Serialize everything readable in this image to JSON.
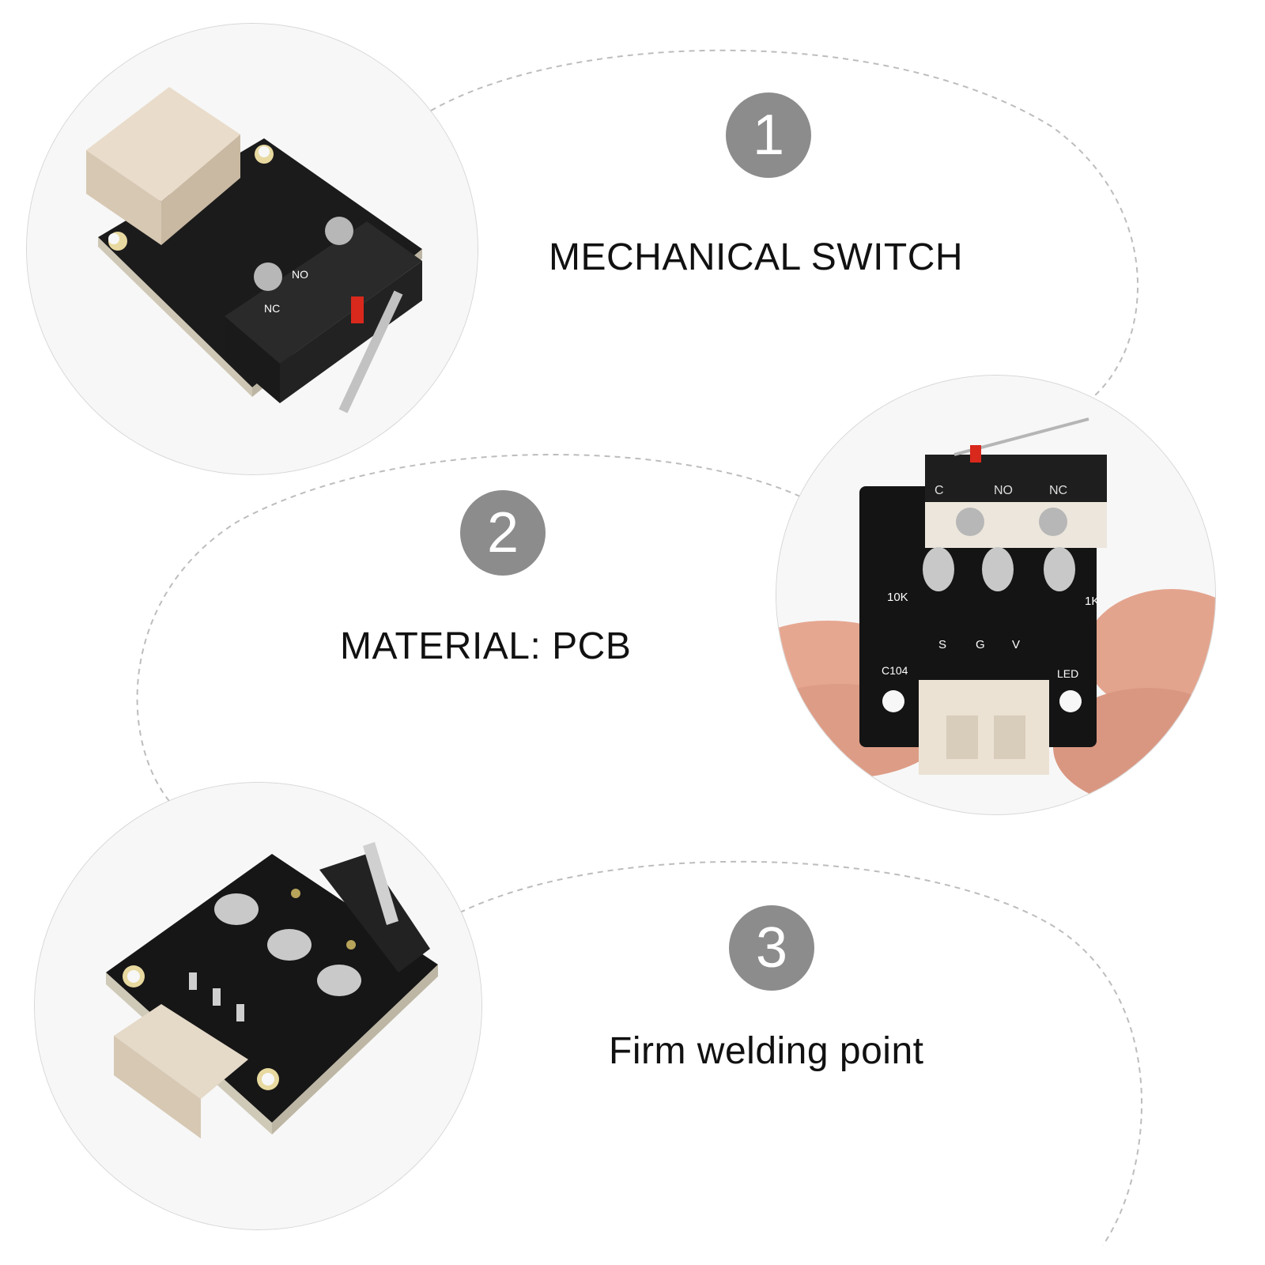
{
  "accent": "#8c8c8c",
  "features": [
    {
      "number": "1",
      "caption": "MECHANICAL SWITCH"
    },
    {
      "number": "2",
      "caption": "MATERIAL: PCB"
    },
    {
      "number": "3",
      "caption": "Firm welding point"
    }
  ],
  "board_labels": {
    "no": "NO",
    "nc": "NC",
    "c": "C",
    "r10k": "10K",
    "r1k": "1K",
    "c104": "C104",
    "led": "LED",
    "s": "S",
    "g": "G",
    "v": "V"
  }
}
